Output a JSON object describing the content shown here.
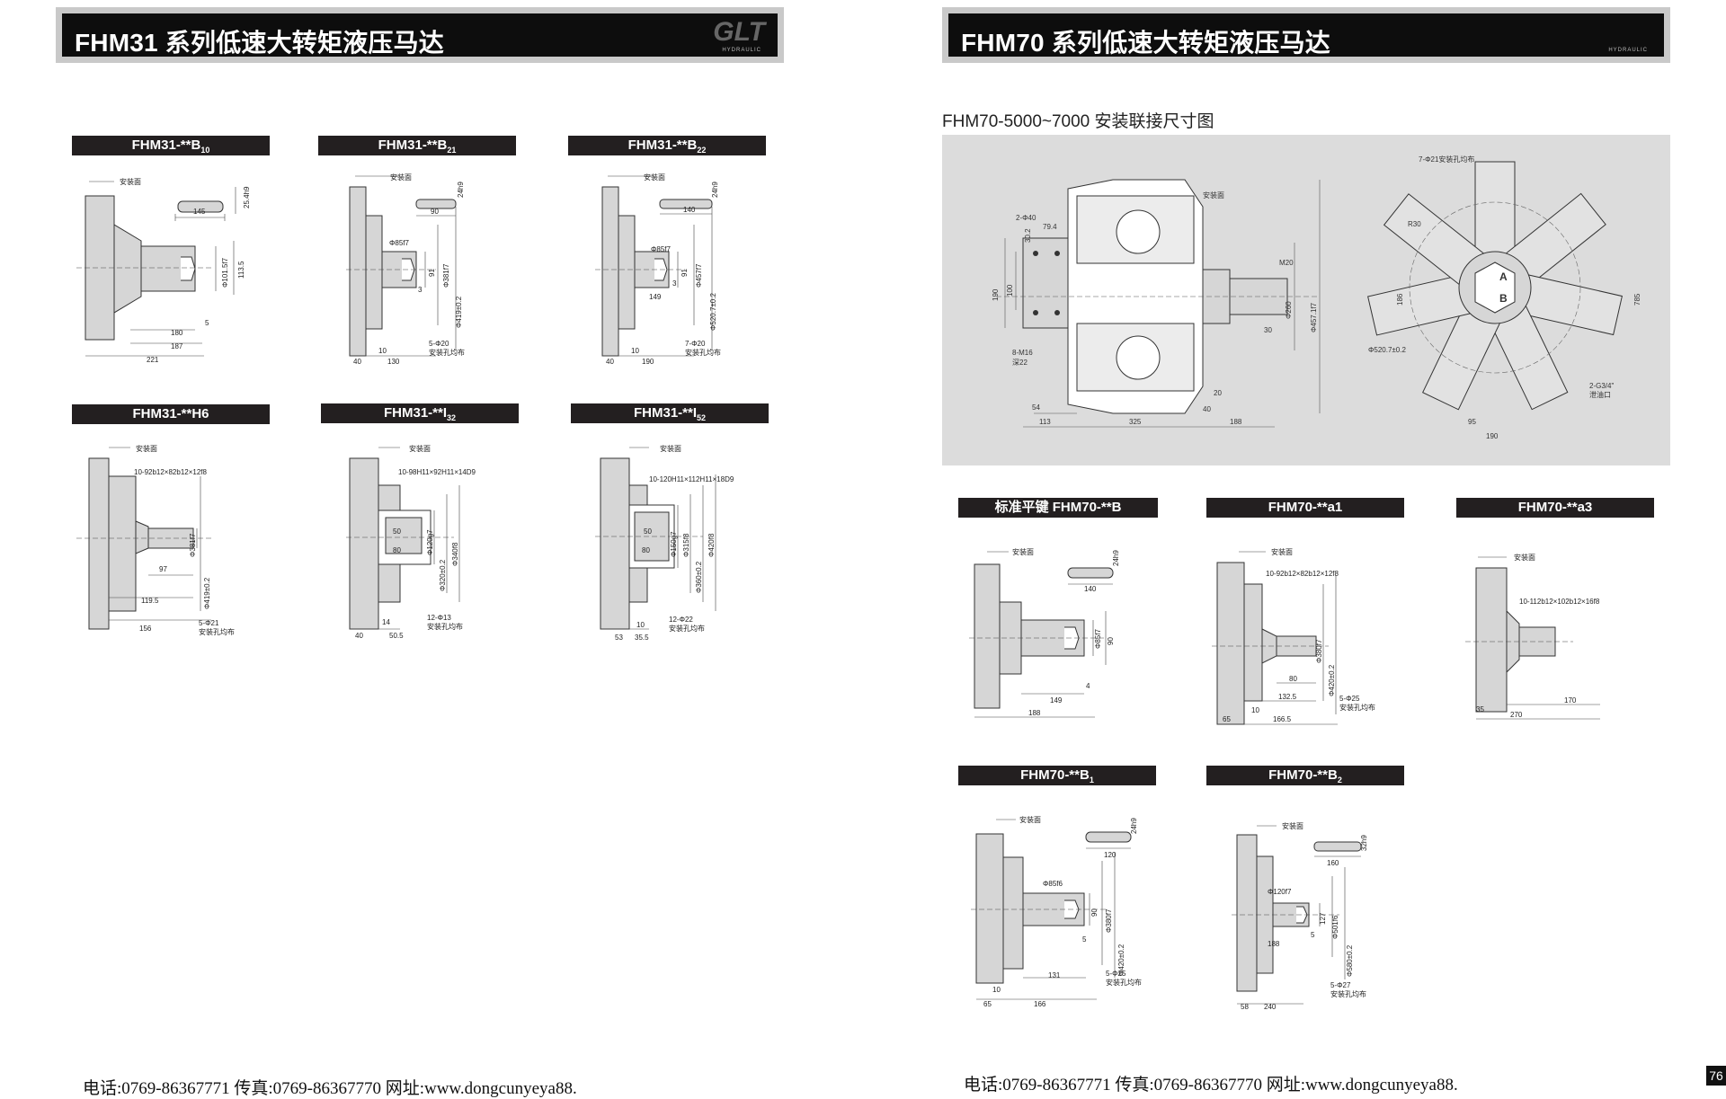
{
  "left": {
    "banner": {
      "title": "FHM31 系列低速大转矩液压马达",
      "logo": "GLT",
      "logo_tag": "HYDRAULIC"
    },
    "labels": [
      {
        "main": "FHM31-**B",
        "sub": "10"
      },
      {
        "main": "FHM31-**B",
        "sub": "21"
      },
      {
        "main": "FHM31-**B",
        "sub": "22"
      },
      {
        "main": "FHM31-**H6",
        "sub": ""
      },
      {
        "main": "FHM31-**I",
        "sub": "32"
      },
      {
        "main": "FHM31-**I",
        "sub": "52"
      }
    ],
    "footer": "电话:0769-86367771 传真:0769-86367770 网址:www.dongcunyeya88."
  },
  "right": {
    "banner": {
      "title": "FHM70 系列低速大转矩液压马达",
      "logo_tag": "HYDRAULIC"
    },
    "section_title": "FHM70-5000~7000 安装联接尺寸图",
    "labels": [
      {
        "main": "标准平键 FHM70-**B",
        "sub": ""
      },
      {
        "main": "FHM70-**a1",
        "sub": ""
      },
      {
        "main": "FHM70-**a3",
        "sub": ""
      },
      {
        "main": "FHM70-**B",
        "sub": "1"
      },
      {
        "main": "FHM70-**B",
        "sub": "2"
      }
    ],
    "footer": "电话:0769-86367771 传真:0769-86367770 网址:www.dongcunyeya88.",
    "page_number": "76"
  },
  "drawings": {
    "common": {
      "mount_face": "安装面",
      "holes_even": "安装孔均布"
    },
    "b10": {
      "dims": [
        "145",
        "25.4h9",
        "Φ101.5f7",
        "113.5",
        "5",
        "180",
        "187",
        "221"
      ]
    },
    "b21": {
      "dims": [
        "24h9",
        "90",
        "Φ85f7",
        "91",
        "Φ381f7",
        "3",
        "Φ419±0.2",
        "5-Φ20",
        "40",
        "10",
        "130"
      ]
    },
    "b22": {
      "dims": [
        "24h9",
        "140",
        "Φ85f7",
        "91",
        "Φ457f7",
        "3",
        "149",
        "Φ520.7±0.2",
        "7-Φ20",
        "40",
        "10",
        "190"
      ]
    },
    "h6": {
      "dims": [
        "10-92b12×82b12×12f8",
        "Φ381f7",
        "97",
        "119.5",
        "Φ419±0.2",
        "5-Φ21",
        "156"
      ]
    },
    "i32": {
      "dims": [
        "10-98H11×92H11×14D9",
        "50",
        "80",
        "Φ120g7",
        "Φ320±0.2",
        "Φ340f8",
        "12-Φ13",
        "40",
        "14",
        "50.5"
      ]
    },
    "i52": {
      "dims": [
        "10-120H11×112H11×18D9",
        "50",
        "80",
        "Φ150g7",
        "Φ315f8",
        "Φ360±0.2",
        "Φ420f8",
        "12-Φ22",
        "53",
        "10",
        "35.5"
      ]
    },
    "main": {
      "dims": [
        "2-Φ40",
        "79.4",
        "30.2",
        "190",
        "100",
        "8-M16",
        "深22",
        "M20",
        "Φ260",
        "Φ457.1f7",
        "30",
        "20",
        "40",
        "54",
        "113",
        "325",
        "188"
      ]
    },
    "star": {
      "dims": [
        "7-Φ21安装孔均布",
        "R30",
        "186",
        "785",
        "A",
        "B",
        "Φ520.7±0.2",
        "2-G3/4\"",
        "泄油口",
        "95",
        "190"
      ]
    },
    "b70": {
      "dims": [
        "24h9",
        "140",
        "Φ85f7",
        "90",
        "4",
        "149",
        "188"
      ]
    },
    "a1": {
      "dims": [
        "10-92b12×82b12×12f8",
        "Φ380f7",
        "Φ420±0.2",
        "80",
        "132.5",
        "5-Φ25",
        "65",
        "10",
        "166.5"
      ]
    },
    "a3": {
      "dims": [
        "10-112b12×102b12×16f8",
        "170",
        "35",
        "270"
      ]
    },
    "b1": {
      "dims": [
        "24h9",
        "120",
        "Φ85f6",
        "90",
        "Φ380f7",
        "5",
        "Φ420±0.2",
        "131",
        "5-Φ25",
        "10",
        "65",
        "166"
      ]
    },
    "b2": {
      "dims": [
        "32h9",
        "160",
        "Φ120f7",
        "127",
        "Φ501f6",
        "5",
        "188",
        "Φ580±0.2",
        "5-Φ27",
        "58",
        "240"
      ]
    }
  },
  "colors": {
    "part_fill": "#d6d6d6",
    "panel": "#dcdcdc",
    "banner": "#0d0d0d",
    "label": "#231f20"
  }
}
